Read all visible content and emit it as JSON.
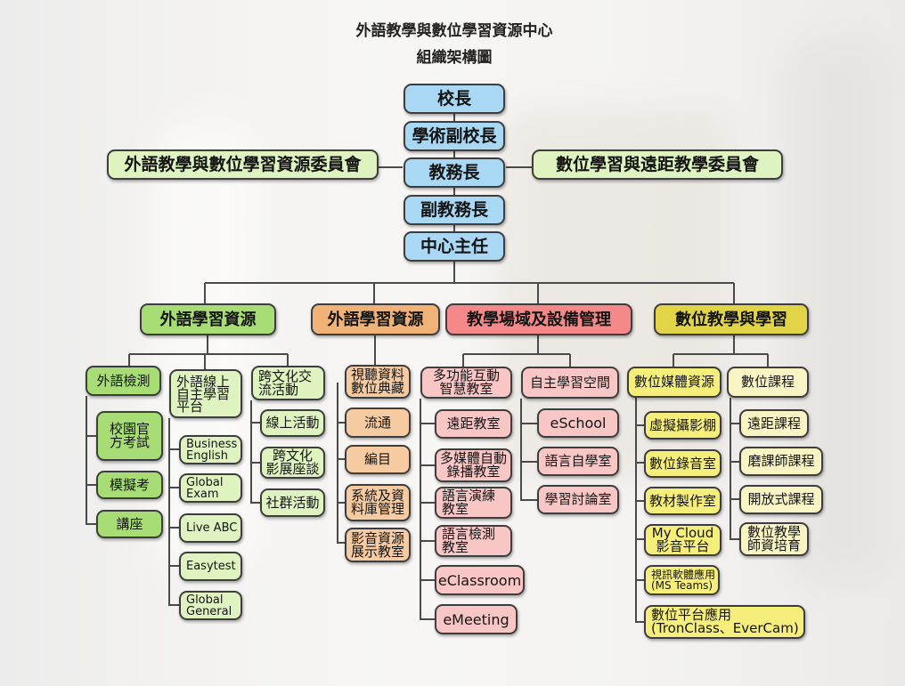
{
  "title": {
    "line1": "外語教學與數位學習資源中心",
    "line2": "組織架構圖"
  },
  "leadership": {
    "president": "校長",
    "vp_academic": "學術副校長",
    "dean": "教務長",
    "vice_dean": "副教務長",
    "director": "中心主任"
  },
  "committees": {
    "left": "外語教學與數位學習資源委員會",
    "right": "數位學習與遠距教學委員會"
  },
  "categories": {
    "c1": "外語學習資源",
    "c2": "外語學習資源",
    "c3": "教學場域及設備管理",
    "c4": "數位教學與學習"
  },
  "branch1": {
    "test": {
      "label": "外語檢測",
      "items": [
        "校園官\n方考試",
        "模擬考",
        "講座"
      ]
    },
    "online": {
      "label": "外語線上\n自主學習\n平台",
      "items": [
        "Business\nEnglish",
        "Global\nExam",
        "Live ABC",
        "Easytest",
        "Global\nGeneral"
      ]
    },
    "culture": {
      "label": "跨文化交\n流活動",
      "items": [
        "線上活動",
        "跨文化\n影展座談",
        "社群活動"
      ]
    }
  },
  "branch2": {
    "items": [
      "視聽資料\n數位典藏",
      "流通",
      "編目",
      "系統及資\n料庫管理",
      "影音資源\n展示教室"
    ]
  },
  "branch3": {
    "multi": {
      "label": "多功能互動\n智慧教室",
      "items": [
        "遠距教室",
        "多媒體自動\n錄播教室",
        "語言演練\n教室",
        "語言檢測\n教室",
        "eClassroom",
        "eMeeting"
      ]
    },
    "self": {
      "label": "自主學習空間",
      "items": [
        "eSchool",
        "語言自學室",
        "學習討論室"
      ]
    }
  },
  "branch4": {
    "media": {
      "label": "數位媒體資源",
      "items": [
        "虛擬攝影棚",
        "數位錄音室",
        "教材製作室",
        "My Cloud\n影音平台",
        "視訊軟體應用\n(MS Teams)",
        "數位平台應用\n(TronClass、EverCam)"
      ]
    },
    "course": {
      "label": "數位課程",
      "items": [
        "遠距課程",
        "磨課師課程",
        "開放式課程",
        "數位教學\n師資培育"
      ]
    }
  },
  "colors": {
    "leadership": "#a9d8f5",
    "committee": "#def3bf",
    "cat1": "#a7dd74",
    "cat2": "#f0b277",
    "cat3": "#f58989",
    "cat4": "#e2d447",
    "line": "#4a4a4a"
  }
}
